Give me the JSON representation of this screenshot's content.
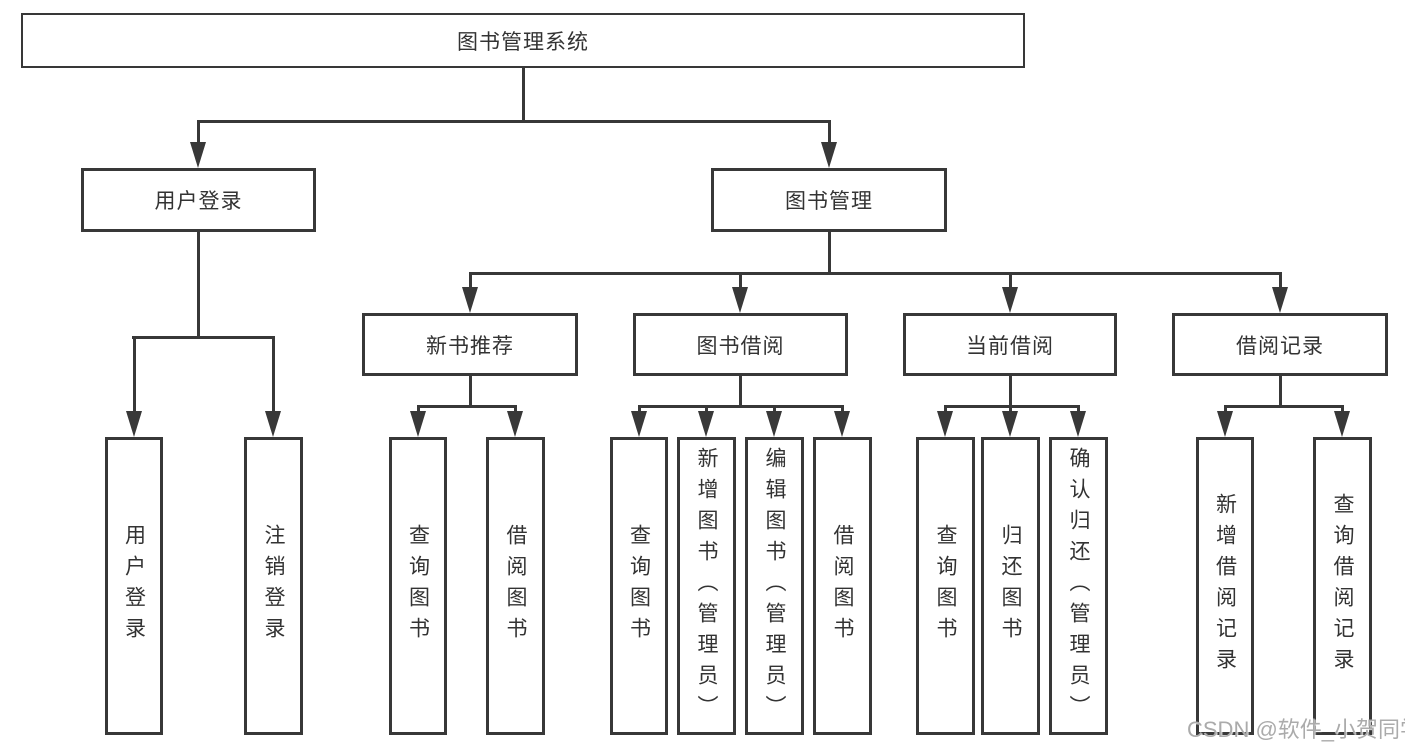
{
  "tree": {
    "label": "图书管理系统",
    "children": [
      {
        "label": "用户登录",
        "children": [
          {
            "label": "用户登录"
          },
          {
            "label": "注销登录"
          }
        ]
      },
      {
        "label": "图书管理",
        "children": [
          {
            "label": "新书推荐",
            "children": [
              {
                "label": "查询图书"
              },
              {
                "label": "借阅图书"
              }
            ]
          },
          {
            "label": "图书借阅",
            "children": [
              {
                "label": "查询图书"
              },
              {
                "label": "新增图书（管理员）"
              },
              {
                "label": "编辑图书（管理员）"
              },
              {
                "label": "借阅图书"
              }
            ]
          },
          {
            "label": "当前借阅",
            "children": [
              {
                "label": "查询图书"
              },
              {
                "label": "归还图书"
              },
              {
                "label": "确认归还（管理员）"
              }
            ]
          },
          {
            "label": "借阅记录",
            "children": [
              {
                "label": "新增借阅记录"
              },
              {
                "label": "查询借阅记录"
              }
            ]
          }
        ]
      }
    ]
  },
  "watermark": {
    "text": "CSDN @软件_小贺同学"
  },
  "colors": {
    "line": "#383838",
    "text": "#333333",
    "watermark": "#ababab",
    "background": "#ffffff"
  }
}
